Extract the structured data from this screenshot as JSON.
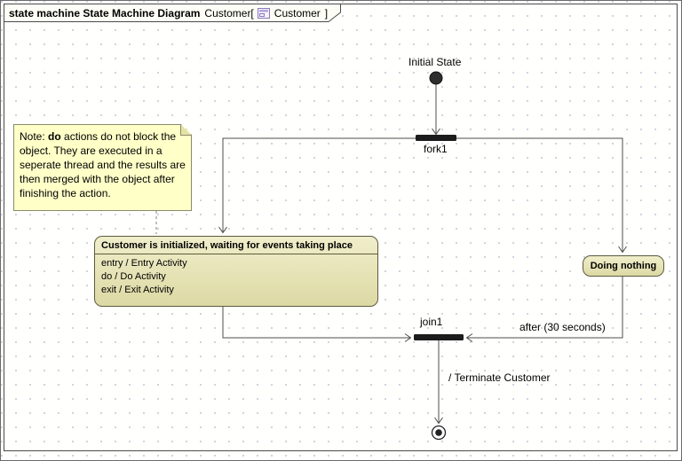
{
  "frame_header": {
    "kind_bold": "state machine State Machine Diagram",
    "owner": "Customer[",
    "diagram_name": "Customer",
    "bracket_close": "]"
  },
  "note": {
    "prefix": "Note: ",
    "bold_word": "do",
    "rest": " actions do not block the object. They are executed in a seperate thread and the results are then merged with the object after finishing the action."
  },
  "nodes": {
    "initial_state_label": "Initial State",
    "fork_label": "fork1",
    "join_label": "join1",
    "main_state": {
      "title": "Customer is initialized, waiting for events taking place",
      "activities": [
        "entry / Entry Activity",
        "do / Do Activity",
        "exit / Exit Activity"
      ]
    },
    "simple_state_title": "Doing nothing"
  },
  "transitions": {
    "after_trigger": "after (30 seconds)",
    "terminate_effect": "/ Terminate Customer"
  },
  "colors": {
    "state_fill_top": "#f0eecb",
    "state_fill_bottom": "#ddd9a4",
    "state_border": "#5c5c3d",
    "note_fill": "#ffffc8",
    "note_border": "#8a8a6e",
    "bar_color": "#1c1c1c",
    "line_color": "#4d4d4d"
  }
}
